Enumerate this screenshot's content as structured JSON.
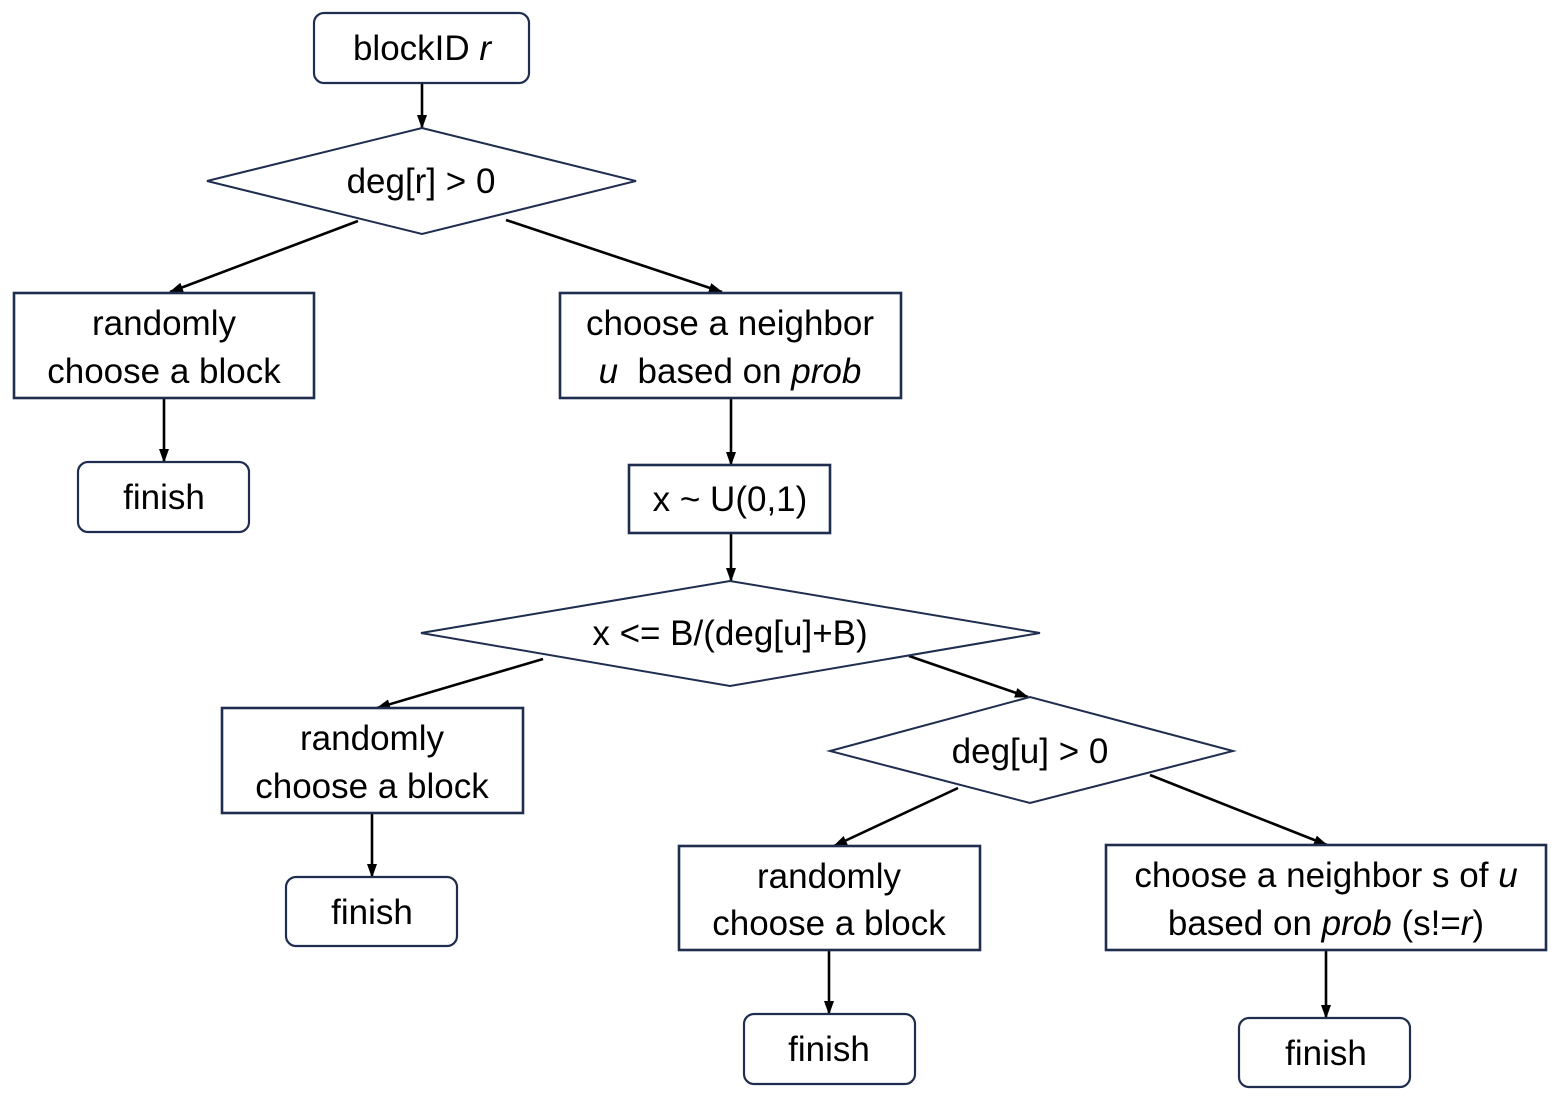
{
  "colors": {
    "box_stroke": "#1f2d4f",
    "arrow": "#000000",
    "text": "#000000"
  },
  "diagram": {
    "start": {
      "label": "blockID ",
      "label_var": "r"
    },
    "deg_r_check": {
      "label": "deg[r] > 0"
    },
    "random_block_1": {
      "line1": "randomly",
      "line2": "choose a block"
    },
    "finish_1": {
      "label": "finish"
    },
    "choose_neighbor_u": {
      "line1": "choose a neighbor",
      "line2_var": "u",
      "line2_text": "  based on ",
      "line2_var2": "prob"
    },
    "sample_x": {
      "label": "x ~ U(0,1)"
    },
    "x_threshold_check": {
      "label": "x <= B/(deg[u]+B)"
    },
    "random_block_2": {
      "line1": "randomly",
      "line2": "choose a block"
    },
    "finish_2": {
      "label": "finish"
    },
    "deg_u_check": {
      "label": "deg[u] > 0"
    },
    "random_block_3": {
      "line1": "randomly",
      "line2": "choose a block"
    },
    "finish_3": {
      "label": "finish"
    },
    "choose_neighbor_s": {
      "line1_text": "choose a neighbor s of ",
      "line1_var": "u",
      "line2_text": "based on ",
      "line2_var": "prob",
      "line2_tail": " (s!=",
      "line2_var2": "r",
      "line2_end": ")"
    },
    "finish_4": {
      "label": "finish"
    }
  }
}
